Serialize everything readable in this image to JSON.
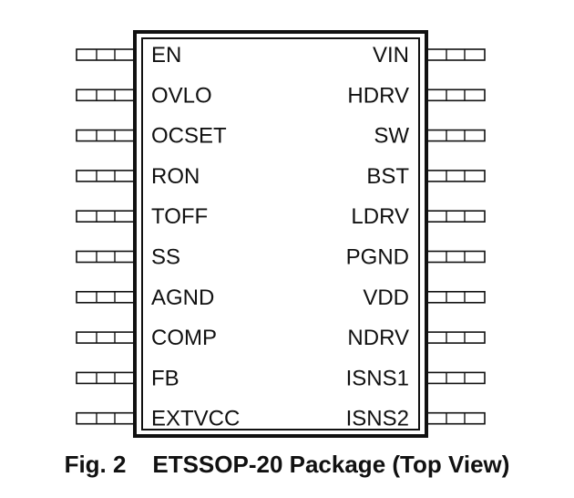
{
  "package": {
    "left_pins": [
      "EN",
      "OVLO",
      "OCSET",
      "RON",
      "TOFF",
      "SS",
      "AGND",
      "COMP",
      "FB",
      "EXTVCC"
    ],
    "right_pins": [
      "VIN",
      "HDRV",
      "SW",
      "BST",
      "LDRV",
      "PGND",
      "VDD",
      "NDRV",
      "ISNS1",
      "ISNS2"
    ]
  },
  "caption": "Fig. 2    ETSSOP-20 Package (Top View)",
  "colors": {
    "outline": "#111111",
    "background": "#ffffff"
  }
}
